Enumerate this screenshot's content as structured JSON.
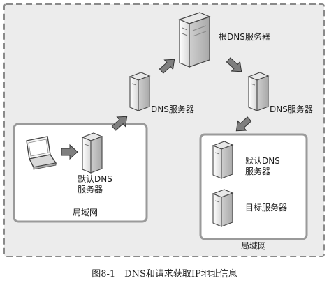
{
  "nodes": {
    "root_dns": "根DNS服务器",
    "dns_left": "DNS服务器",
    "dns_right": "DNS服务器",
    "default_dns_left": "默认DNS服务器",
    "default_dns_right": "默认DNS服务器",
    "target_server": "目标服务器"
  },
  "groups": {
    "lan_left": "局域网",
    "lan_right": "局域网"
  },
  "caption": "图8-1　DNS和请求获取IP地址信息",
  "colors": {
    "outer_dash": "#8a8a8a",
    "outer_fill": "#ececec",
    "lan_border": "#9a9a9a",
    "lan_fill": "#ffffff",
    "server_body": "#f2f2f2",
    "arrow_fill": "#7f7f7f"
  }
}
